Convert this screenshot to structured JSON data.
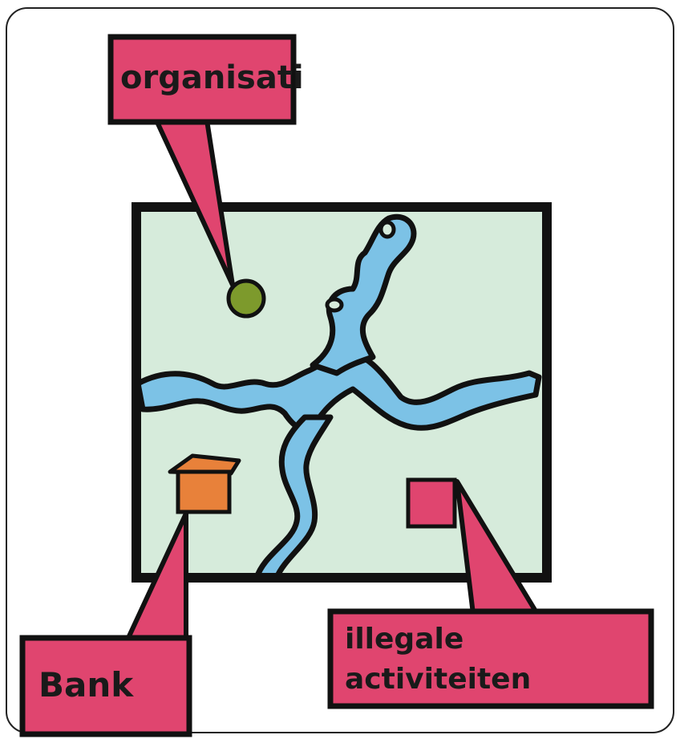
{
  "labels": {
    "organisation": "organisati",
    "bank": "Bank",
    "illegal_line1": "illegale",
    "illegal_line2": "activiteiten"
  },
  "colors": {
    "callout_fill": "#e0456f",
    "land_fill": "#d6ebdb",
    "river_fill": "#7cc2e6",
    "outline": "#111111",
    "organisation_marker": "#7d9a2c",
    "bank_marker": "#e8813a",
    "illegal_marker": "#e0456f",
    "frame_border": "#222222",
    "background": "#ffffff"
  },
  "icons": {
    "organisation_marker": "green-dot-icon",
    "bank_marker": "house-icon",
    "illegal_marker": "square-icon"
  }
}
